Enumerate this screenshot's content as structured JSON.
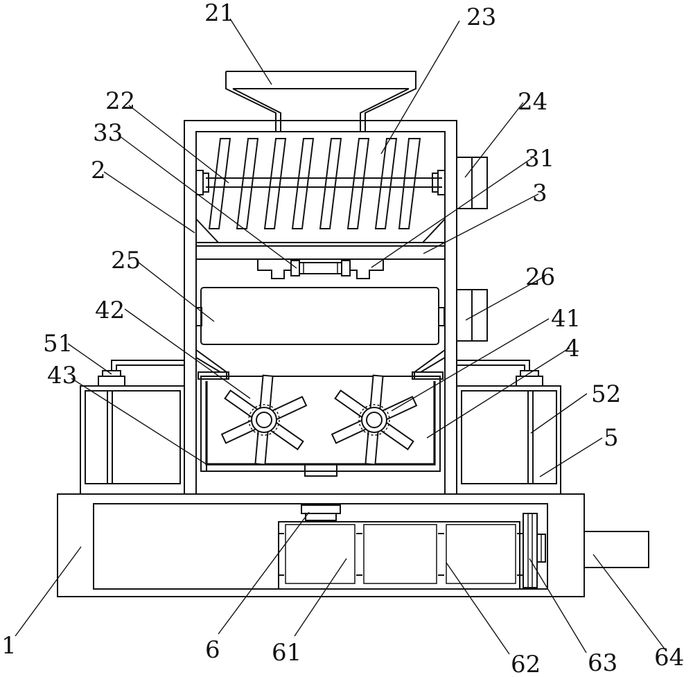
{
  "labels": {
    "l21": "21",
    "l23": "23",
    "l22": "22",
    "l33": "33",
    "l2": "2",
    "l24": "24",
    "l31": "31",
    "l3": "3",
    "l25": "25",
    "l26": "26",
    "l42": "42",
    "l41": "41",
    "l4": "4",
    "l51": "51",
    "l43": "43",
    "l52": "52",
    "l5": "5",
    "l1": "1",
    "l6": "6",
    "l61": "61",
    "l62": "62",
    "l63": "63",
    "l64": "64"
  }
}
